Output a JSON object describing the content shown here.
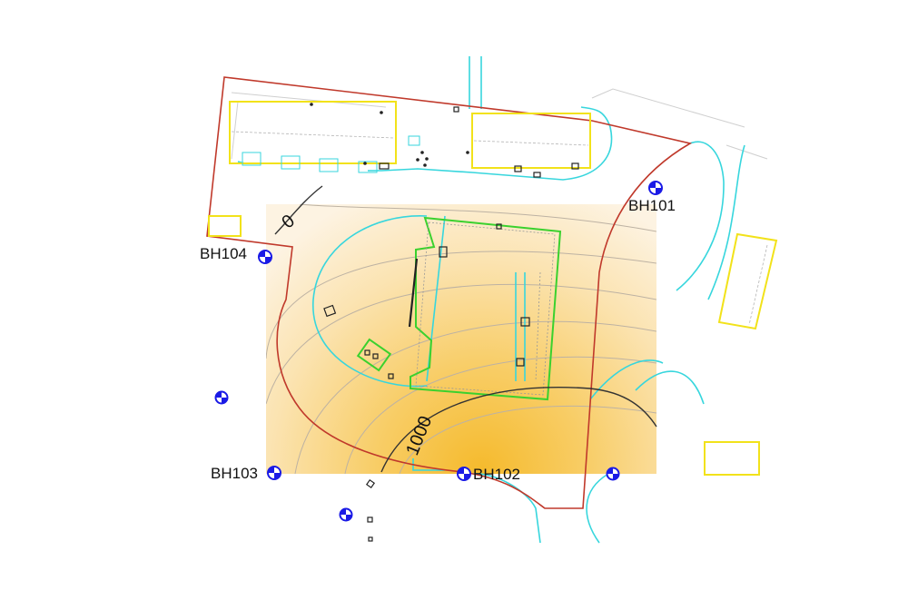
{
  "colors": {
    "site_boundary": "#c0392b",
    "kerb": "#37d6dd",
    "building": "#f2e21a",
    "new_building": "#3ad12e",
    "contour": "#333333",
    "borehole": "#1a1ae6",
    "heat_high": "#f5ba2c",
    "heat_low": "#fbf0d8"
  },
  "boreholes": [
    {
      "label": "BH101"
    },
    {
      "label": "BH102"
    },
    {
      "label": "BH103"
    },
    {
      "label": "BH104"
    }
  ],
  "contours": [
    {
      "label": "0"
    },
    {
      "label": "1000"
    }
  ],
  "icons": {
    "borehole": "borehole-marker-icon"
  }
}
